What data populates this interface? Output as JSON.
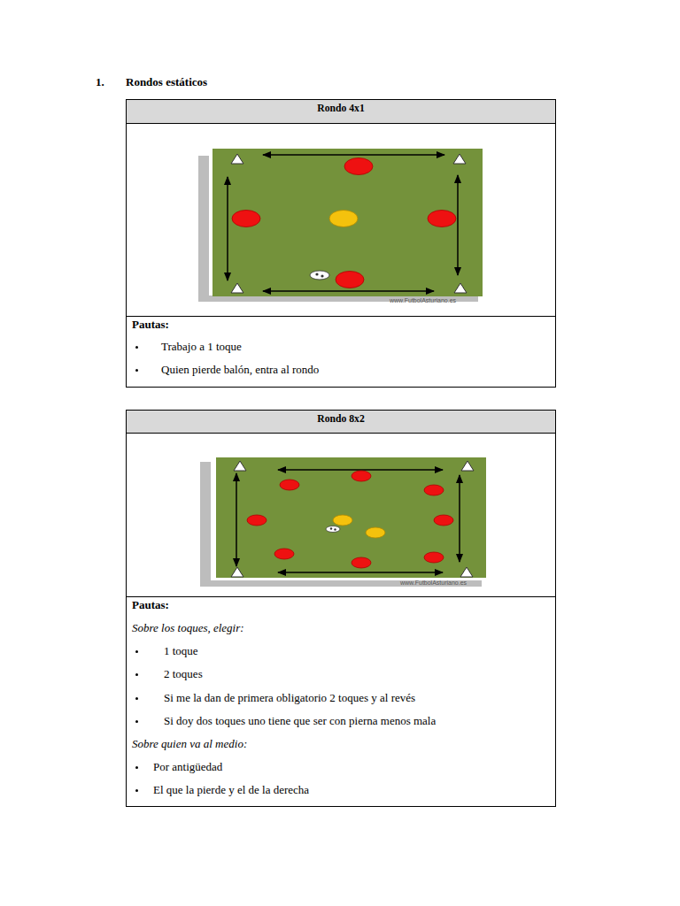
{
  "diagram": {
    "title": "Rondos estáticos",
    "nodes": [
      {
        "text": [
          "Rondo 4x1"
        ]
      },
      {
        "text": [
          "Pautas:",
          "Trabajo a 1 toque",
          "Quien pierde balón, entra al rondo"
        ]
      },
      {
        "text": [
          "Rondo 8x2"
        ]
      },
      {
        "text": [
          "Pautas:",
          "Sobre los toques, elegir:",
          "1 toque",
          "2 toques",
          "Si me la dan de primera obligatorio 2 toques y al revés",
          "Si doy dos toques uno tiene que ser con pierna menos mala",
          "Sobre quien va al medio:",
          "Por antigüedad",
          "El que la pierde y el de la derecha"
        ]
      }
    ],
    "labels": [
      "1.",
      "www.FutbolAsturiano.es",
      "www.FutbolAsturiano.es"
    ]
  }
}
